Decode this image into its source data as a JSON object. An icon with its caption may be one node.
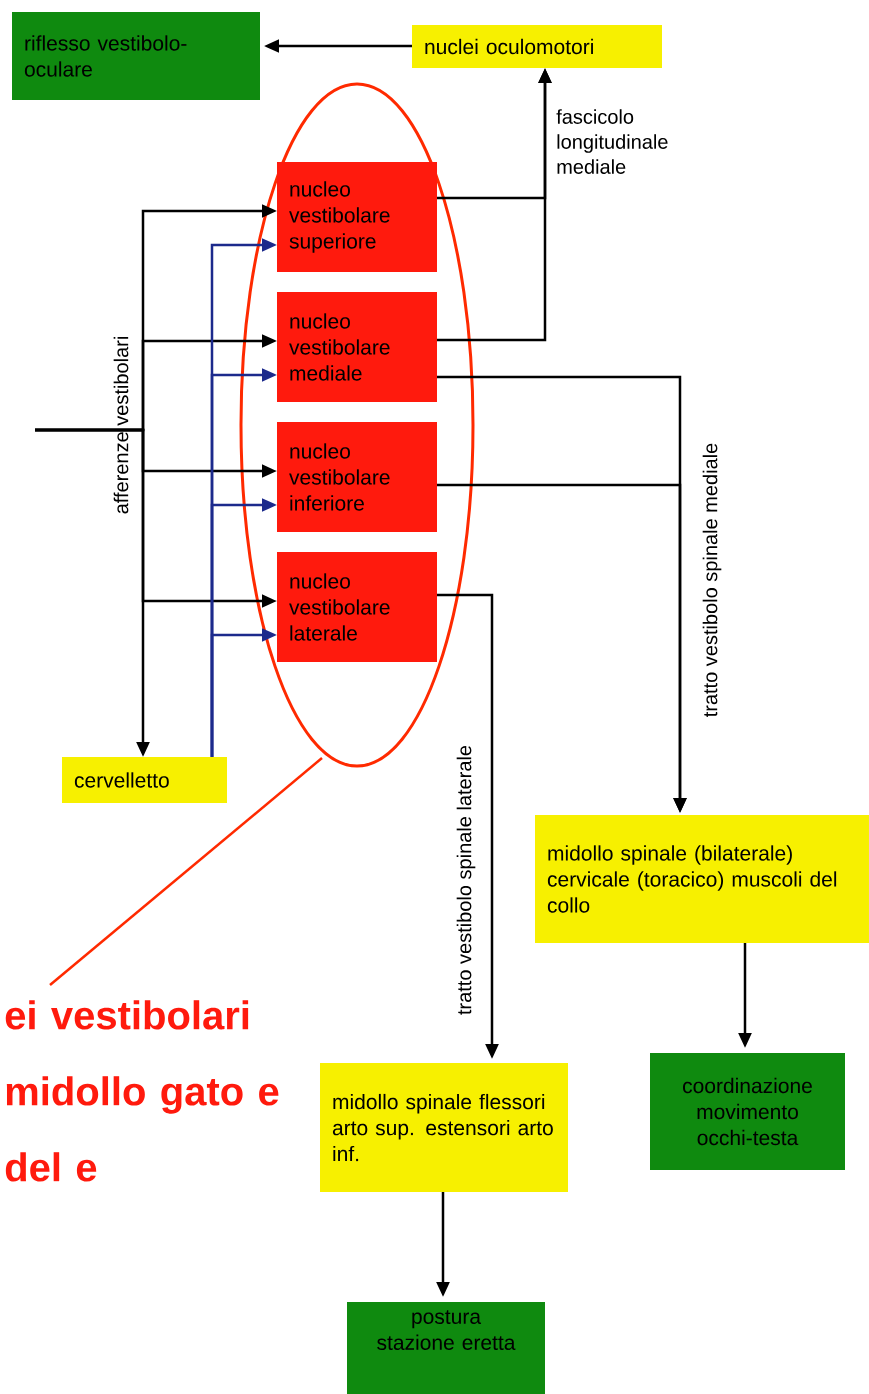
{
  "diagram": {
    "nodes": [
      {
        "text": [
          "riflesso vestibolo-oculare"
        ]
      },
      {
        "text": [
          "nuclei oculomotori"
        ]
      },
      {
        "text": [],
        "shape": "ellipse"
      },
      {
        "text": [
          "nucleo vestibolare superiore"
        ],
        "in": 2
      },
      {
        "text": [
          "nucleo vestibolare mediale"
        ],
        "in": 2
      },
      {
        "text": [
          "nucleo vestibolare inferiore"
        ],
        "in": 2
      },
      {
        "text": [
          "nucleo vestibolare laterale"
        ],
        "in": 2
      },
      {
        "text": [
          "cervelletto"
        ]
      },
      {
        "text": [
          "midollo spinale (bilaterale) cervicale (toracico) muscoli del collo"
        ]
      },
      {
        "text": [
          "coordinazione movimento occhi-testa"
        ]
      },
      {
        "text": [
          "midollo spinale flessori arto sup. estensori arto inf."
        ]
      },
      {
        "text": [
          "postura stazione eretta"
        ]
      },
      {
        "text": [
          "ei vestibolari midollo gato e del e"
        ]
      }
    ],
    "edges": [
      {
        "from": null,
        "to": 3,
        "arrow": "to",
        "label": "afferenze vestibolari"
      },
      {
        "from": null,
        "to": 4,
        "arrow": "to"
      },
      {
        "from": null,
        "to": 5,
        "arrow": "to"
      },
      {
        "from": null,
        "to": 6,
        "arrow": "to"
      },
      {
        "from": null,
        "to": 7,
        "arrow": "to"
      },
      {
        "from": 7,
        "to": 3,
        "arrow": "to",
        "color": "#1c2a8c"
      },
      {
        "from": 7,
        "to": 4,
        "arrow": "to",
        "color": "#1c2a8c"
      },
      {
        "from": 7,
        "to": 5,
        "arrow": "to",
        "color": "#1c2a8c"
      },
      {
        "from": 7,
        "to": 6,
        "arrow": "to",
        "color": "#1c2a8c"
      },
      {
        "from": 3,
        "to": 1,
        "arrow": "to",
        "label": "fascicolo longitudinale mediale"
      },
      {
        "from": 4,
        "to": 1,
        "arrow": "to"
      },
      {
        "from": 1,
        "to": 0,
        "arrow": "to"
      },
      {
        "from": 4,
        "to": 8,
        "arrow": "to",
        "label": "tratto vestibolo spinale mediale"
      },
      {
        "from": 5,
        "to": 8,
        "arrow": "to"
      },
      {
        "from": 6,
        "to": 10,
        "arrow": "to",
        "label": "tratto vestibolo spinale laterale"
      },
      {
        "from": 8,
        "to": 9,
        "arrow": "to"
      },
      {
        "from": 10,
        "to": 11,
        "arrow": "to"
      },
      {
        "from": 12,
        "to": 2,
        "arrow": "none",
        "color": "#ff2a00"
      }
    ]
  }
}
